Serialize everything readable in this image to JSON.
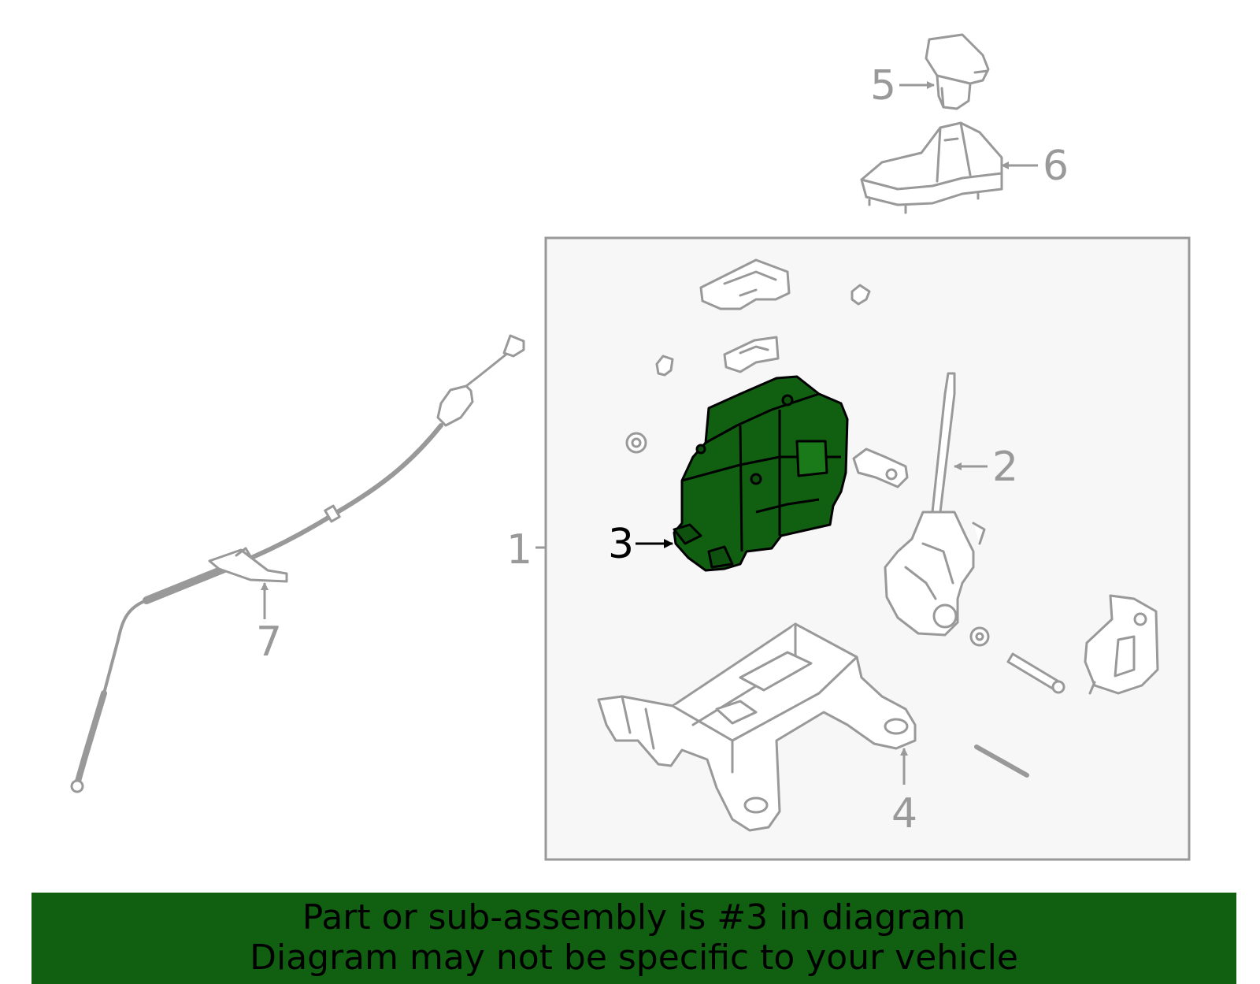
{
  "diagram": {
    "callouts": {
      "c1": "1",
      "c2": "2",
      "c3": "3",
      "c4": "4",
      "c5": "5",
      "c6": "6",
      "c7": "7"
    },
    "highlighted_part": "3",
    "colors": {
      "line": "#999999",
      "highlight_fill": "#116011",
      "highlight_stroke": "#000000",
      "inset_background": "#f7f7f7",
      "banner_background": "#116011"
    }
  },
  "banner": {
    "line1": "Part or sub-assembly is #3 in diagram",
    "line2": "Diagram may not be specific to your vehicle"
  }
}
